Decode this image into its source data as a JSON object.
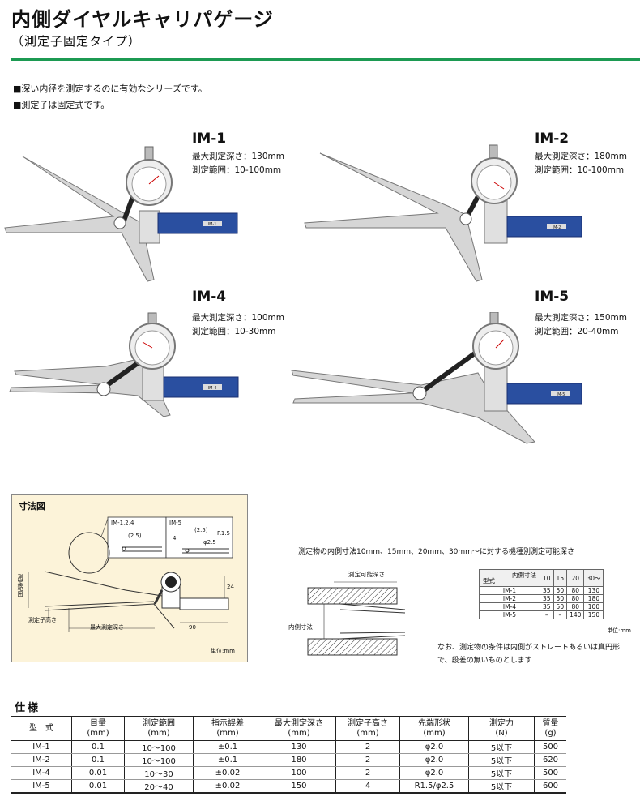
{
  "header": {
    "title": "内側ダイヤルキャリパゲージ",
    "subtitle": "（測定子固定タイプ）"
  },
  "features": [
    "■深い内径を測定するのに有効なシリーズです。",
    "■測定子は固定式です。"
  ],
  "products": [
    {
      "name": "IM-1",
      "depth": "最大測定深さ：130mm",
      "range": "測定範囲：10-100mm",
      "plate": "IM-1"
    },
    {
      "name": "IM-2",
      "depth": "最大測定深さ：180mm",
      "range": "測定範囲：10-100mm",
      "plate": "IM-2"
    },
    {
      "name": "IM-4",
      "depth": "最大測定深さ：100mm",
      "range": "測定範囲：10-30mm",
      "plate": "IM-4"
    },
    {
      "name": "IM-5",
      "depth": "最大測定深さ：150mm",
      "range": "測定範囲：20-40mm",
      "plate": "IM-5"
    }
  ],
  "dimension": {
    "title": "寸法図",
    "inset_a": "IM-1,2,4",
    "inset_b": "IM-5",
    "v25": "(2.5)",
    "v4": "4",
    "vr": "R1.5",
    "vphi": "φ2.5",
    "range_label": "測定範囲",
    "probe_height": "測定子高さ",
    "max_depth": "最大測定深さ",
    "d24": "24",
    "d90": "90",
    "unit": "単位:mm"
  },
  "depth_section": {
    "caption": "測定物の内側寸法10mm、15mm、20mm、30mm〜に対する機種別測定可能深さ",
    "possible_depth": "測定可能深さ",
    "inner_dim": "内側寸法",
    "table": {
      "corner_top": "内側寸法",
      "corner_bottom": "型式",
      "cols": [
        "10",
        "15",
        "20",
        "30〜"
      ],
      "rows": [
        [
          "IM-1",
          "35",
          "50",
          "80",
          "130"
        ],
        [
          "IM-2",
          "35",
          "50",
          "80",
          "180"
        ],
        [
          "IM-4",
          "35",
          "50",
          "80",
          "100"
        ],
        [
          "IM-5",
          "–",
          "–",
          "140",
          "150"
        ]
      ],
      "unit": "単位:mm"
    },
    "note": "なお、測定物の条件は内側がストレートあるいは真円形で、段差の無いものとします"
  },
  "specs": {
    "heading": "仕様",
    "headers": [
      "型　式",
      "目量\n(mm)",
      "測定範囲\n(mm)",
      "指示誤差\n(mm)",
      "最大測定深さ\n(mm)",
      "測定子高さ\n(mm)",
      "先端形状\n(mm)",
      "測定力\n(N)",
      "質量\n(g)"
    ],
    "rows": [
      [
        "IM-1",
        "0.1",
        "10〜100",
        "±0.1",
        "130",
        "2",
        "φ2.0",
        "5以下",
        "500"
      ],
      [
        "IM-2",
        "0.1",
        "10〜100",
        "±0.1",
        "180",
        "2",
        "φ2.0",
        "5以下",
        "620"
      ],
      [
        "IM-4",
        "0.01",
        "10〜30",
        "±0.02",
        "100",
        "2",
        "φ2.0",
        "5以下",
        "500"
      ],
      [
        "IM-5",
        "0.01",
        "20〜40",
        "±0.02",
        "150",
        "4",
        "R1.5/φ2.5",
        "5以下",
        "600"
      ]
    ]
  },
  "colors": {
    "rule": "#1c9a52",
    "plate": "#2a4fa0",
    "dim_bg": "#fcf3d9"
  }
}
